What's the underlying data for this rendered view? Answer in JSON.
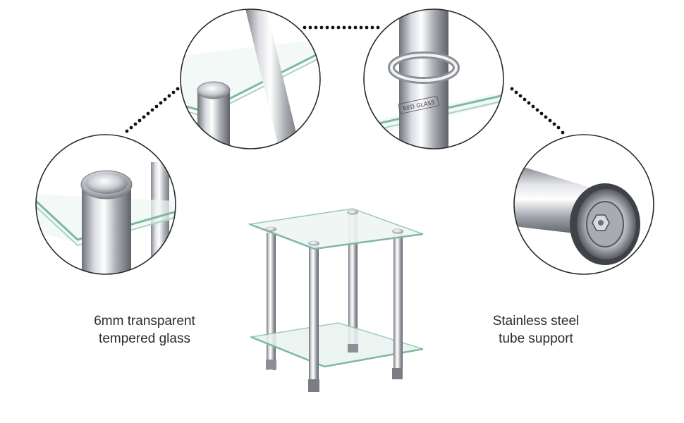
{
  "callouts": {
    "glass_caption": [
      "6mm transparent",
      "tempered glass"
    ],
    "steel_caption": [
      "Stainless steel",
      "tube support"
    ]
  },
  "detail_stamp": "RED GLASS",
  "colors": {
    "connector_dots": "#111111",
    "circle_outline": "#2a2a2a",
    "glass_edge": "#7fb8a2",
    "steel_light": "#f4f4f6",
    "steel_mid": "#b9bcc2",
    "steel_dark": "#6e7278"
  }
}
